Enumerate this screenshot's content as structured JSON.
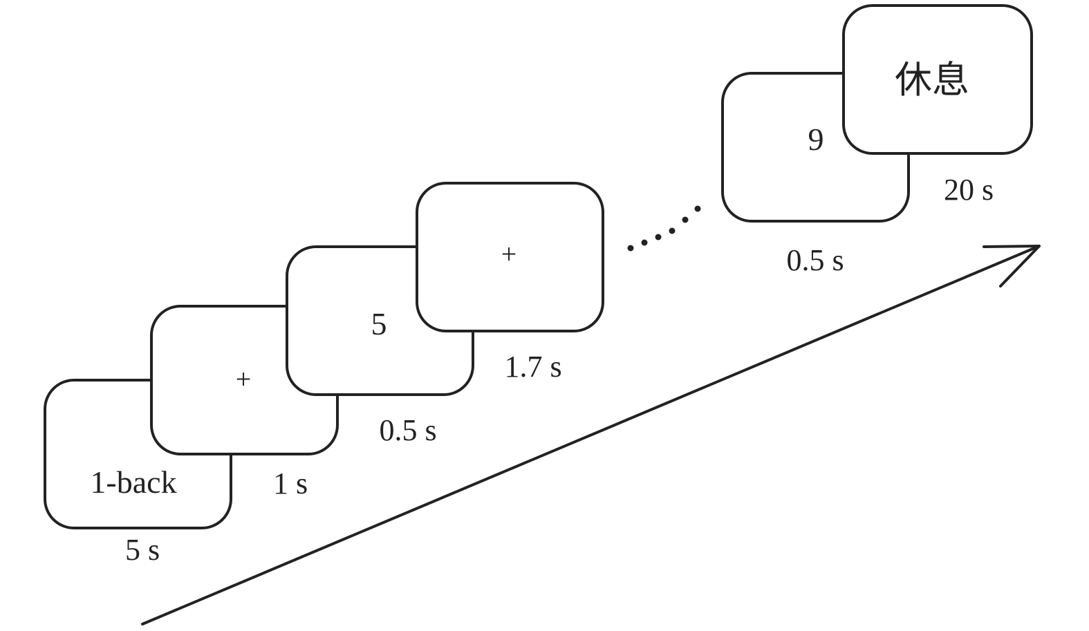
{
  "cards": [
    {
      "content": "1-back",
      "duration": "5 s"
    },
    {
      "content": "+",
      "duration": "1 s"
    },
    {
      "content": "5",
      "duration": "0.5 s"
    },
    {
      "content": "+",
      "duration": "1.7 s"
    },
    {
      "content": "9",
      "duration": "0.5 s"
    },
    {
      "content": "休息",
      "duration": "20 s"
    }
  ],
  "continuation_marker": "ellipsis-dots",
  "time_arrow": "timeline-arrow",
  "colors": {
    "stroke": "#222222",
    "background": "#ffffff"
  }
}
